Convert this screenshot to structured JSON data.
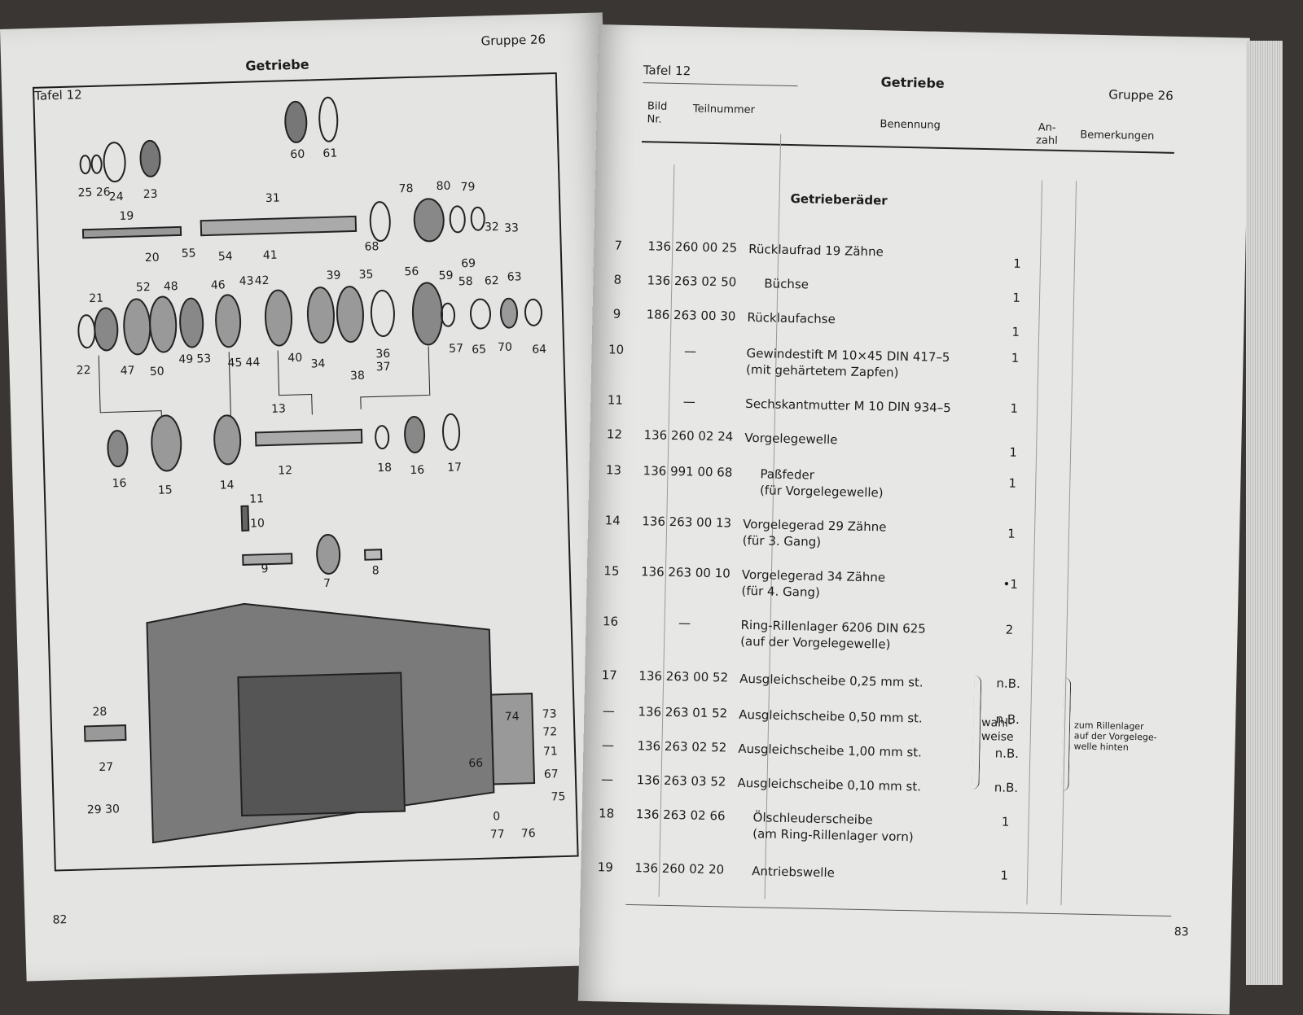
{
  "left_page": {
    "tafel": "Tafel 12",
    "title": "Getriebe",
    "gruppe": "Gruppe 26",
    "page_number": "82",
    "callouts": [
      "25 26",
      "24",
      "23",
      "60",
      "61",
      "19",
      "31",
      "78",
      "80",
      "79",
      "32",
      "33",
      "20",
      "55",
      "54",
      "41",
      "68",
      "69",
      "56",
      "21",
      "52",
      "48",
      "46",
      "43",
      "42",
      "39",
      "35",
      "59",
      "58",
      "62",
      "63",
      "22",
      "47",
      "50",
      "49",
      "53",
      "45",
      "44",
      "40",
      "34",
      "36",
      "37",
      "38",
      "57",
      "65",
      "70",
      "64",
      "13",
      "16",
      "15",
      "14",
      "12",
      "18",
      "16",
      "17",
      "11",
      "10",
      "9",
      "7",
      "8",
      "28",
      "27",
      "29 30",
      "74",
      "73",
      "72",
      "71",
      "66",
      "67",
      "75",
      "0",
      "77",
      "76"
    ]
  },
  "right_page": {
    "tafel": "Tafel 12",
    "title": "Getriebe",
    "gruppe": "Gruppe 26",
    "page_number": "83",
    "columns": {
      "bild_nr": "Bild\nNr.",
      "teilnummer": "Teilnummer",
      "benennung": "Benennung",
      "anzahl": "An-\nzahl",
      "bemerkungen": "Bemerkungen"
    },
    "section": "Getrieberäder",
    "rows": [
      {
        "nr": "7",
        "part": "136 260 00 25",
        "desc": "Rücklaufrad 19 Zähne",
        "desc2": "",
        "qty": "1",
        "indent": false
      },
      {
        "nr": "8",
        "part": "136 263 02 50",
        "desc": "Büchse",
        "desc2": "",
        "qty": "1",
        "indent": true
      },
      {
        "nr": "9",
        "part": "186 263 00 30",
        "desc": "Rücklaufachse",
        "desc2": "",
        "qty": "1",
        "indent": false
      },
      {
        "nr": "10",
        "part": "—",
        "desc": "Gewindestift M 10×45 DIN 417–5",
        "desc2": "(mit gehärtetem Zapfen)",
        "qty": "1",
        "indent": false
      },
      {
        "nr": "11",
        "part": "—",
        "desc": "Sechskantmutter M 10 DIN 934–5",
        "desc2": "",
        "qty": "1",
        "indent": false
      },
      {
        "nr": "12",
        "part": "136 260 02 24",
        "desc": "Vorgelegewelle",
        "desc2": "",
        "qty": "1",
        "indent": false
      },
      {
        "nr": "13",
        "part": "136 991 00 68",
        "desc": "Paßfeder",
        "desc2": "(für Vorgelegewelle)",
        "qty": "1",
        "indent": true
      },
      {
        "nr": "14",
        "part": "136 263 00 13",
        "desc": "Vorgelegerad 29 Zähne",
        "desc2": "(für 3. Gang)",
        "qty": "1",
        "indent": false
      },
      {
        "nr": "15",
        "part": "136 263 00 10",
        "desc": "Vorgelegerad 34 Zähne",
        "desc2": "(für 4. Gang)",
        "qty": "•1",
        "indent": false
      },
      {
        "nr": "16",
        "part": "—",
        "desc": "Ring-Rillenlager 6206 DIN 625",
        "desc2": "(auf der Vorgelegewelle)",
        "qty": "2",
        "indent": false
      },
      {
        "nr": "17",
        "part": "136 263 00 52",
        "desc": "Ausgleichscheibe 0,25 mm st.",
        "desc2": "",
        "qty": "n.B.",
        "indent": false
      },
      {
        "nr": "—",
        "part": "136 263 01 52",
        "desc": "Ausgleichscheibe 0,50 mm st.",
        "desc2": "",
        "qty": "n.B.",
        "indent": false
      },
      {
        "nr": "—",
        "part": "136 263 02 52",
        "desc": "Ausgleichscheibe 1,00 mm st.",
        "desc2": "",
        "qty": "n.B.",
        "indent": false
      },
      {
        "nr": "—",
        "part": "136 263 03 52",
        "desc": "Ausgleichscheibe 0,10 mm st.",
        "desc2": "",
        "qty": "n.B.",
        "indent": false
      },
      {
        "nr": "18",
        "part": "136 263 02 66",
        "desc": "Ölschleuderscheibe",
        "desc2": "(am Ring-Rillenlager vorn)",
        "qty": "1",
        "indent": true
      },
      {
        "nr": "19",
        "part": "136 260 02 20",
        "desc": "Antriebswelle",
        "desc2": "",
        "qty": "1",
        "indent": true
      }
    ],
    "brace_wahlweise": "wahl-\nweise",
    "bemerkung_shims": "zum Rillenlager\nauf der Vorgelege-\nwelle hinten"
  }
}
